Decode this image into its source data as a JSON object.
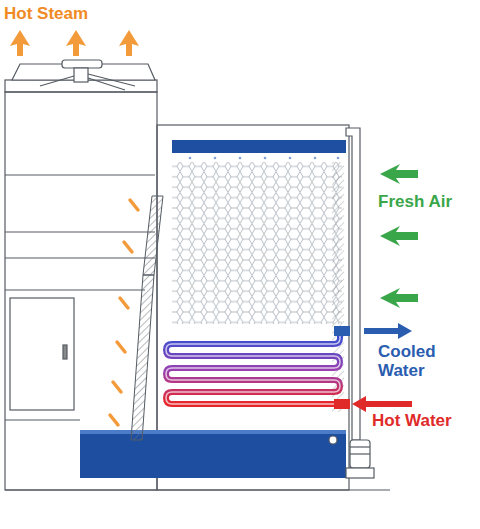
{
  "diagram": {
    "labels": [
      "Hot Steam",
      "Fresh Air",
      "Cooled Water",
      "Hot Water"
    ]
  }
}
